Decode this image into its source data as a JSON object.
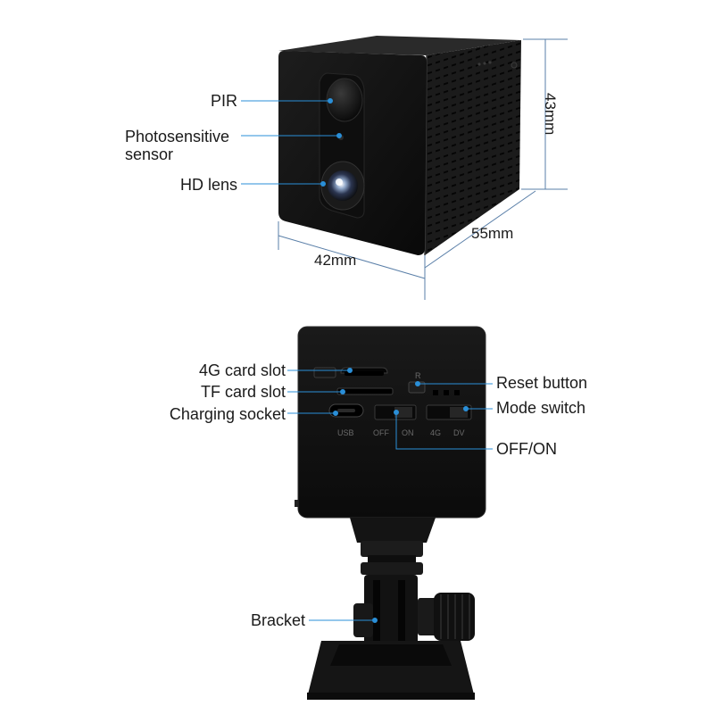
{
  "top_view": {
    "labels": {
      "pir": "PIR",
      "photosensitive": "Photosensitive\nsensor",
      "hd_lens": "HD lens"
    },
    "dimensions": {
      "height": "43mm",
      "depth": "55mm",
      "width": "42mm"
    }
  },
  "bottom_view": {
    "labels": {
      "card_slot_4g": "4G card slot",
      "tf_slot": "TF card slot",
      "charging": "Charging socket",
      "reset": "Reset button",
      "mode_switch": "Mode switch",
      "off_on": "OFF/ON",
      "bracket": "Bracket"
    },
    "panel_marks": {
      "usb": "USB",
      "off": "OFF",
      "on": "ON",
      "g4": "4G",
      "dv": "DV",
      "r": "R"
    }
  },
  "colors": {
    "leader": "#2a8fd8",
    "body": "#111111",
    "text": "#1a1a1a"
  }
}
